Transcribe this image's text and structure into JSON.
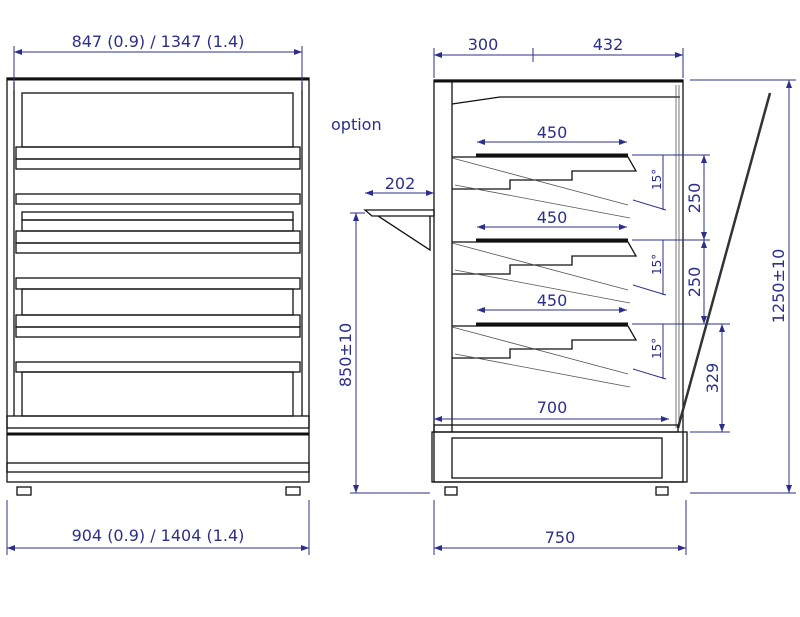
{
  "front_view": {
    "width_top": "847 (0.9) / 1347 (1.4)",
    "width_bottom": "904 (0.9) / 1404 (1.4)"
  },
  "side_view": {
    "depth_upper_left": "300",
    "depth_upper_right": "432",
    "depth_total": "750",
    "base_inner": "700",
    "shelf_depths": [
      "450",
      "450",
      "450"
    ],
    "shelf_angles": [
      "15°",
      "15°",
      "15°"
    ],
    "shelf_spacing": [
      "250",
      "250",
      "329"
    ],
    "height_total": "1250±10",
    "counter_height": "850±10",
    "option_label": "option",
    "option_depth": "202"
  },
  "colors": {
    "dimension": "#2b2f8a",
    "outline": "#111111"
  }
}
